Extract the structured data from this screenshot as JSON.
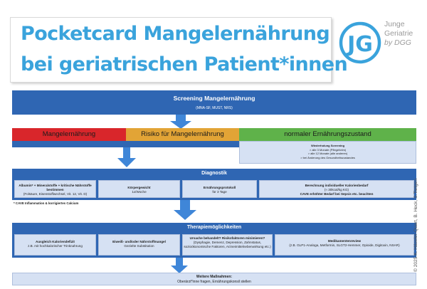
{
  "title": {
    "line1": "Pocketcard Mangelernährung",
    "line2": "bei geriatrischen Patient*innen"
  },
  "logo": {
    "monogram": "JG",
    "line1": "Junge",
    "line2": "Geriatrie",
    "line3": "by DGG",
    "color": "#3aa3dc"
  },
  "screening": {
    "title": "Screening Mangelernährung",
    "subtitle": "(MNA-SF, MUST, NRS)"
  },
  "risk_levels": [
    {
      "label": "Mangelernährung",
      "color": "#d9262b"
    },
    {
      "label": "Risiko für Mangelernährung",
      "color": "#e2a436"
    },
    {
      "label": "normaler Ernährungszustand",
      "color": "#5fb24a"
    }
  ],
  "rescreening": {
    "title": "Wiederholung Screening",
    "items": [
      "> alle 3 Monate (Pflegeheim)",
      "> alle 12 Monate (alle anderen)",
      "> bei Änderung des Gesundheitszustandes"
    ]
  },
  "diagnostik": {
    "title": "Diagnostik",
    "cells": [
      {
        "title": "Albumin* + Mineralstoffe + kritische Nährstoffe bestimmen",
        "text": "(Folsäure, Eisenstoffwechsel, Vit. 12, Vit. D)"
      },
      {
        "title": "Körpergewicht",
        "text": "1x/Woche"
      },
      {
        "title": "Ernährungsprotokoll",
        "text": "für 3 Tage"
      },
      {
        "title": "Berechnung individueller Kalorienbedarf",
        "text": "(≈ 30kcal/kg KG)",
        "note": "CAVE erhöhter Bedarf bei Sepsis etc. beachten"
      }
    ],
    "footnote": "* CAVE Inflammation & korrigiertes Calcium"
  },
  "therapie": {
    "title": "Therapiemöglichkeiten",
    "cells": [
      {
        "title": "Ausgleich Kaloriendefizit",
        "text": "z.B. mit hochkalorischer Trinknahrung"
      },
      {
        "title": "Eiweiß- und/oder Nährstoffmangel",
        "text": "Gezielte Substitution"
      },
      {
        "title": "Ursache behandelt? Risikofaktoren minimieren?",
        "text": "(Dysphagie, Demenz, Depression, Zahnstatus, sozioökonomische Faktoren, Arzneimittelnebenwirkung etc.)"
      },
      {
        "title": "Medikamentenreview",
        "text": "(z.B. GLP1-Analoga, Metformin, SLGT2-Hemmer, Opioide, Digitoxin, NSAR)"
      }
    ]
  },
  "weitere": {
    "title": "Weitere Maßnahmen:",
    "text": "Oberärzt*inne fragen, Ernährungskonsil stellen"
  },
  "credit": "© 2025  K. Häseler-Quart, B. Heck, S.Tietgen"
}
